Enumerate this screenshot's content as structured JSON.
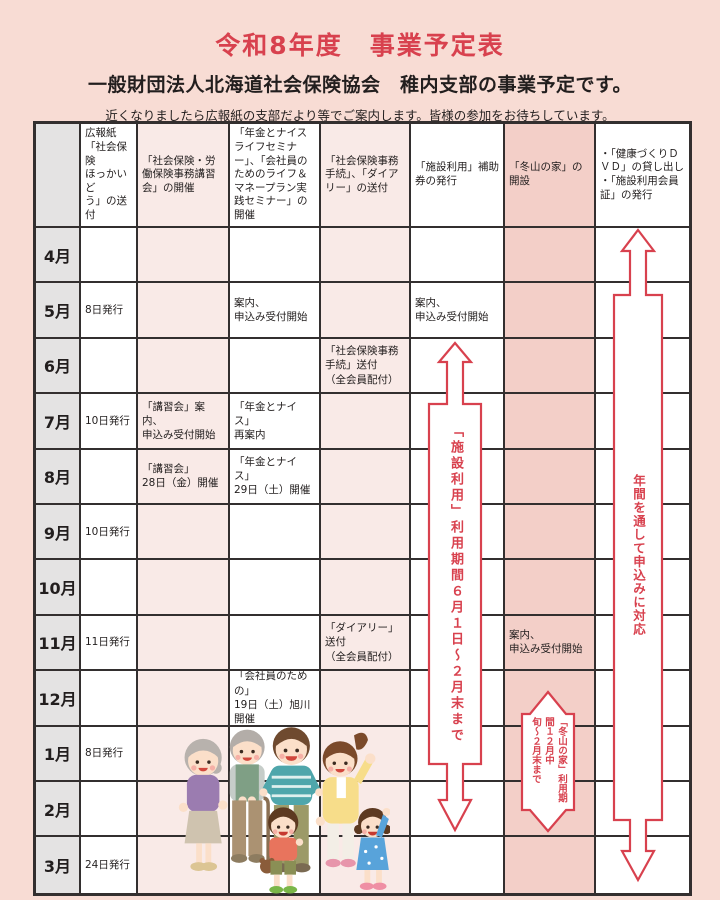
{
  "page": {
    "title": "令和8年度　事業予定表",
    "subtitle": "一般財団法人北海道社会保険協会　稚内支部の事業予定です。",
    "note": "近くなりましたら広報紙の支部だより等でご案内します。皆様の参加をお待ちしています。"
  },
  "table": {
    "columns": [
      {
        "label": ""
      },
      {
        "label": "広報紙\n「社会保険\nほっかいど\nう」の送付"
      },
      {
        "label": "「社会保険・労働保険事務講習会」の開催"
      },
      {
        "label": "「年金とナイスライフセミナー」、「会社員のためのライフ＆マネープラン実践セミナー」の開催"
      },
      {
        "label": "「社会保険事務手続」、「ダイアリー」の送付"
      },
      {
        "label": "「施設利用」補助券の発行"
      },
      {
        "label": "「冬山の家」の開設"
      },
      {
        "label": "・「健康づくりＤＶＤ」の貸し出し\n・「施設利用会員証」の発行"
      }
    ],
    "rows": [
      {
        "month": "4月",
        "cells": [
          "",
          "",
          "",
          "",
          "",
          "",
          ""
        ]
      },
      {
        "month": "5月",
        "cells": [
          "8日発行",
          "",
          "案内、\n申込み受付開始",
          "",
          "案内、\n申込み受付開始",
          "",
          ""
        ]
      },
      {
        "month": "6月",
        "cells": [
          "",
          "",
          "",
          "「社会保険事務手続」送付\n（全会員配付）",
          "",
          "",
          ""
        ]
      },
      {
        "month": "7月",
        "cells": [
          "10日発行",
          "「講習会」案内、\n申込み受付開始",
          "「年金とナイス」\n再案内",
          "",
          "",
          "",
          ""
        ]
      },
      {
        "month": "8月",
        "cells": [
          "",
          "「講習会」\n28日（金）開催",
          "「年金とナイス」\n29日（土）開催",
          "",
          "",
          "",
          ""
        ]
      },
      {
        "month": "9月",
        "cells": [
          "10日発行",
          "",
          "",
          "",
          "",
          "",
          ""
        ]
      },
      {
        "month": "10月",
        "cells": [
          "",
          "",
          "",
          "",
          "",
          "",
          ""
        ]
      },
      {
        "month": "11月",
        "cells": [
          "11日発行",
          "",
          "",
          "「ダイアリー」送付\n（全会員配付）",
          "",
          "案内、\n申込み受付開始",
          ""
        ]
      },
      {
        "month": "12月",
        "cells": [
          "",
          "",
          "「会社員のための」\n19日（土）旭川開催",
          "",
          "",
          "",
          ""
        ]
      },
      {
        "month": "1月",
        "cells": [
          "8日発行",
          "",
          "",
          "",
          "",
          "",
          ""
        ]
      },
      {
        "month": "2月",
        "cells": [
          "",
          "",
          "",
          "",
          "",
          "",
          ""
        ]
      },
      {
        "month": "3月",
        "cells": [
          "24日発行",
          "",
          "",
          "",
          "",
          "",
          ""
        ]
      }
    ]
  },
  "arrows": {
    "facility": {
      "label": "「施設利用」利用期間６月１日～２月末まで"
    },
    "winter_house": {
      "line1": "「冬山の家」利用期間１２月中",
      "line2": "旬～２月末まで"
    },
    "year_round": {
      "label": "年間を通して申込みに対応"
    }
  },
  "illustration": {
    "name": "family-illustration"
  },
  "colors": {
    "page_bg": "#f8dcd4",
    "accent_red": "#d8414e",
    "cell_pink_light": "#f9eae7",
    "cell_pink_dark": "#f3cfc8",
    "cell_gray": "#e4e3e3",
    "border": "#332f2f"
  }
}
